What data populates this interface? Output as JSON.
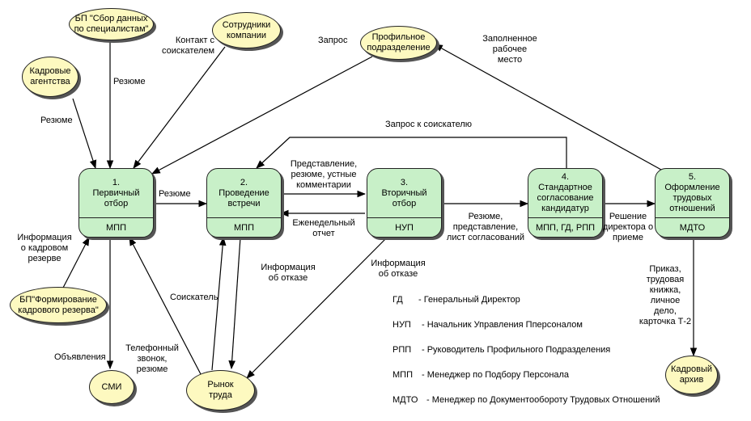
{
  "external": {
    "bp_sbor": "БП \"Сбор данных\nпо специалистам\"",
    "sotrudniki": "Сотрудники\nкомпании",
    "profilnoe": "Профильное\nподразделение",
    "kadrovye_agentstva": "Кадровые\nагентства",
    "bp_formirovanie": "БП\"Формирование\nкадрового резерва\"",
    "smi": "СМИ",
    "rynok_truda": "Рынок\nтруда",
    "kadrovyi_arhiv": "Кадровый\nархив"
  },
  "processes": [
    {
      "title": "1.\nПервичный\nотбор",
      "role": "МПП"
    },
    {
      "title": "2.\nПроведение\nвстречи",
      "role": "МПП"
    },
    {
      "title": "3.\nВторичный\nотбор",
      "role": "НУП"
    },
    {
      "title": "4.\nСтандартное\nсогласование\nкандидатур",
      "role": "МПП, ГД, РПП"
    },
    {
      "title": "5.\nОформление\nтрудовых\nотношений",
      "role": "МДТО"
    }
  ],
  "flows": {
    "kontakt": "Контакт с\nсоискателем",
    "zapros": "Запрос",
    "zapolnennoe": "Заполненное\nрабочее\nместо",
    "rezume_bp": "Резюме",
    "rezume_agent": "Резюме",
    "zapros_soisk": "Запрос к соискателю",
    "rezume_1_2": "Резюме",
    "predstavlenie": "Представление,\nрезюме, устные\nкомментарии",
    "ezhenedelnyi": "Еженедельный\nотчет",
    "rezume_3_4": "Резюме,\nпредставление,\nлист согласований",
    "reshenie": "Решение\nдиректора о приеме",
    "info_rezerv": "Информация\nо кадровом\nрезерве",
    "info_otkaz_2": "Информация\nоб отказе",
    "info_otkaz_3": "Информация\nоб отказе",
    "soiskatel": "Соискатель",
    "obyavleniya": "Объявления",
    "telefonnyi": "Телефонный\nзвонок,\nрезюме",
    "prikaz": "Приказ,\nтрудовая\nкнижка,\nличное\nдело,\nкарточка Т-2"
  },
  "legend": [
    {
      "abbr": "ГД",
      "desc": "- Генеральный Директор"
    },
    {
      "abbr": "НУП",
      "desc": "- Начальник Управления Пперсоналом"
    },
    {
      "abbr": "РПП",
      "desc": "- Руководитель Профильного Подразделения"
    },
    {
      "abbr": "МПП",
      "desc": "- Менеджер по Подбору Персонала"
    },
    {
      "abbr": "МДТО",
      "desc": "- Менеджер по Документообороту Трудовых Отношений"
    }
  ],
  "colors": {
    "process_fill": "#c8f0c8",
    "external_fill": "#fdf9c0",
    "line": "#000000",
    "shadow": "#555555"
  }
}
